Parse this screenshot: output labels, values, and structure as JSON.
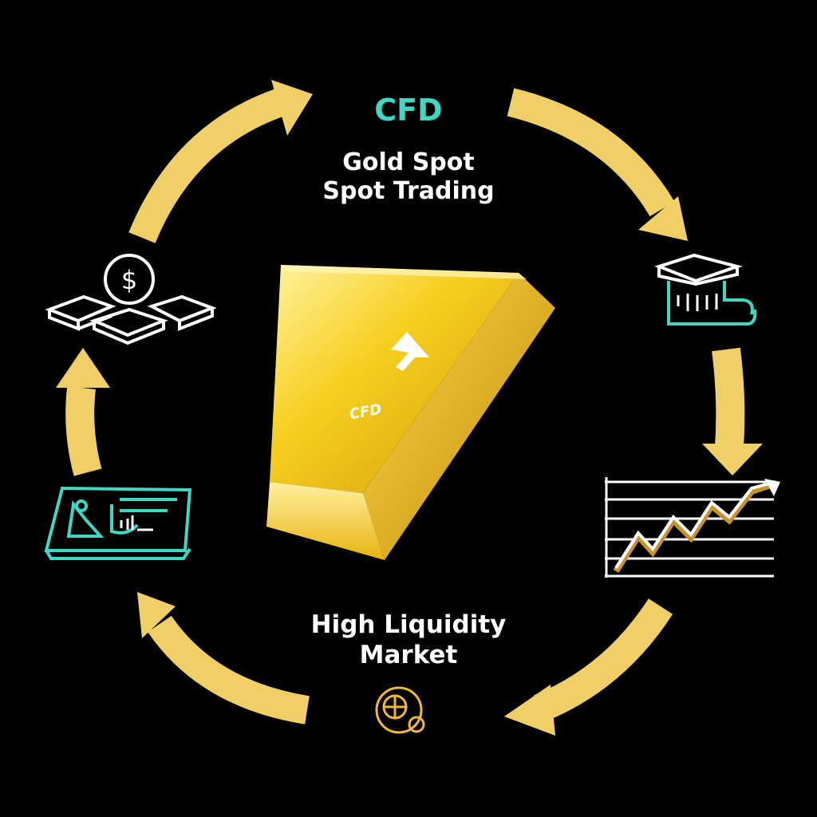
{
  "header": {
    "cfd": "CFD",
    "line1": "Gold Spot",
    "line2": "Spot Trading"
  },
  "bar": {
    "label": "CFD"
  },
  "bottom": {
    "line1": "High Liquidity",
    "line2": "Market"
  },
  "icons": [
    "dollar-platform-icon",
    "vault-building-icon",
    "rising-chart-icon",
    "globe-coin-icon",
    "trading-card-icon"
  ],
  "colors": {
    "arrow": "#f0d066",
    "accent": "#3fd6c4",
    "gold": "#f5c20a",
    "background": "#000000"
  }
}
